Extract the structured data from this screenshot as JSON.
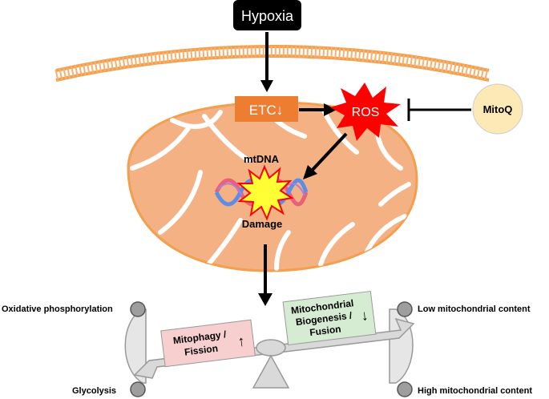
{
  "hypoxia": {
    "label": "Hypoxia"
  },
  "etc": {
    "label": "ETC",
    "arrow": "↓",
    "color": "#ed7d31"
  },
  "ros": {
    "label": "ROS",
    "color": "#ff0000"
  },
  "mitoq": {
    "label": "MitoQ",
    "color": "#fde9b5"
  },
  "mtdna": {
    "label": "mtDNA",
    "damage_label": "Damage"
  },
  "mitochondrion": {
    "fill": "#f4b183",
    "membrane": "#f29f4e"
  },
  "balance": {
    "left_top": "Oxidative phosphorylation",
    "left_bottom": "Glycolysis",
    "right_top": "Low mitochondrial content",
    "right_bottom": "High mitochondrial content",
    "mitophagy": {
      "line1": "Mitophagy /",
      "line2": "Fission",
      "arrow": "↑",
      "color": "#f8cfcf"
    },
    "biogenesis": {
      "line1": "Mitochondrial",
      "line2": "Biogenesis /",
      "line3": "Fusion",
      "arrow": "↓",
      "color": "#d6ecd2"
    }
  }
}
